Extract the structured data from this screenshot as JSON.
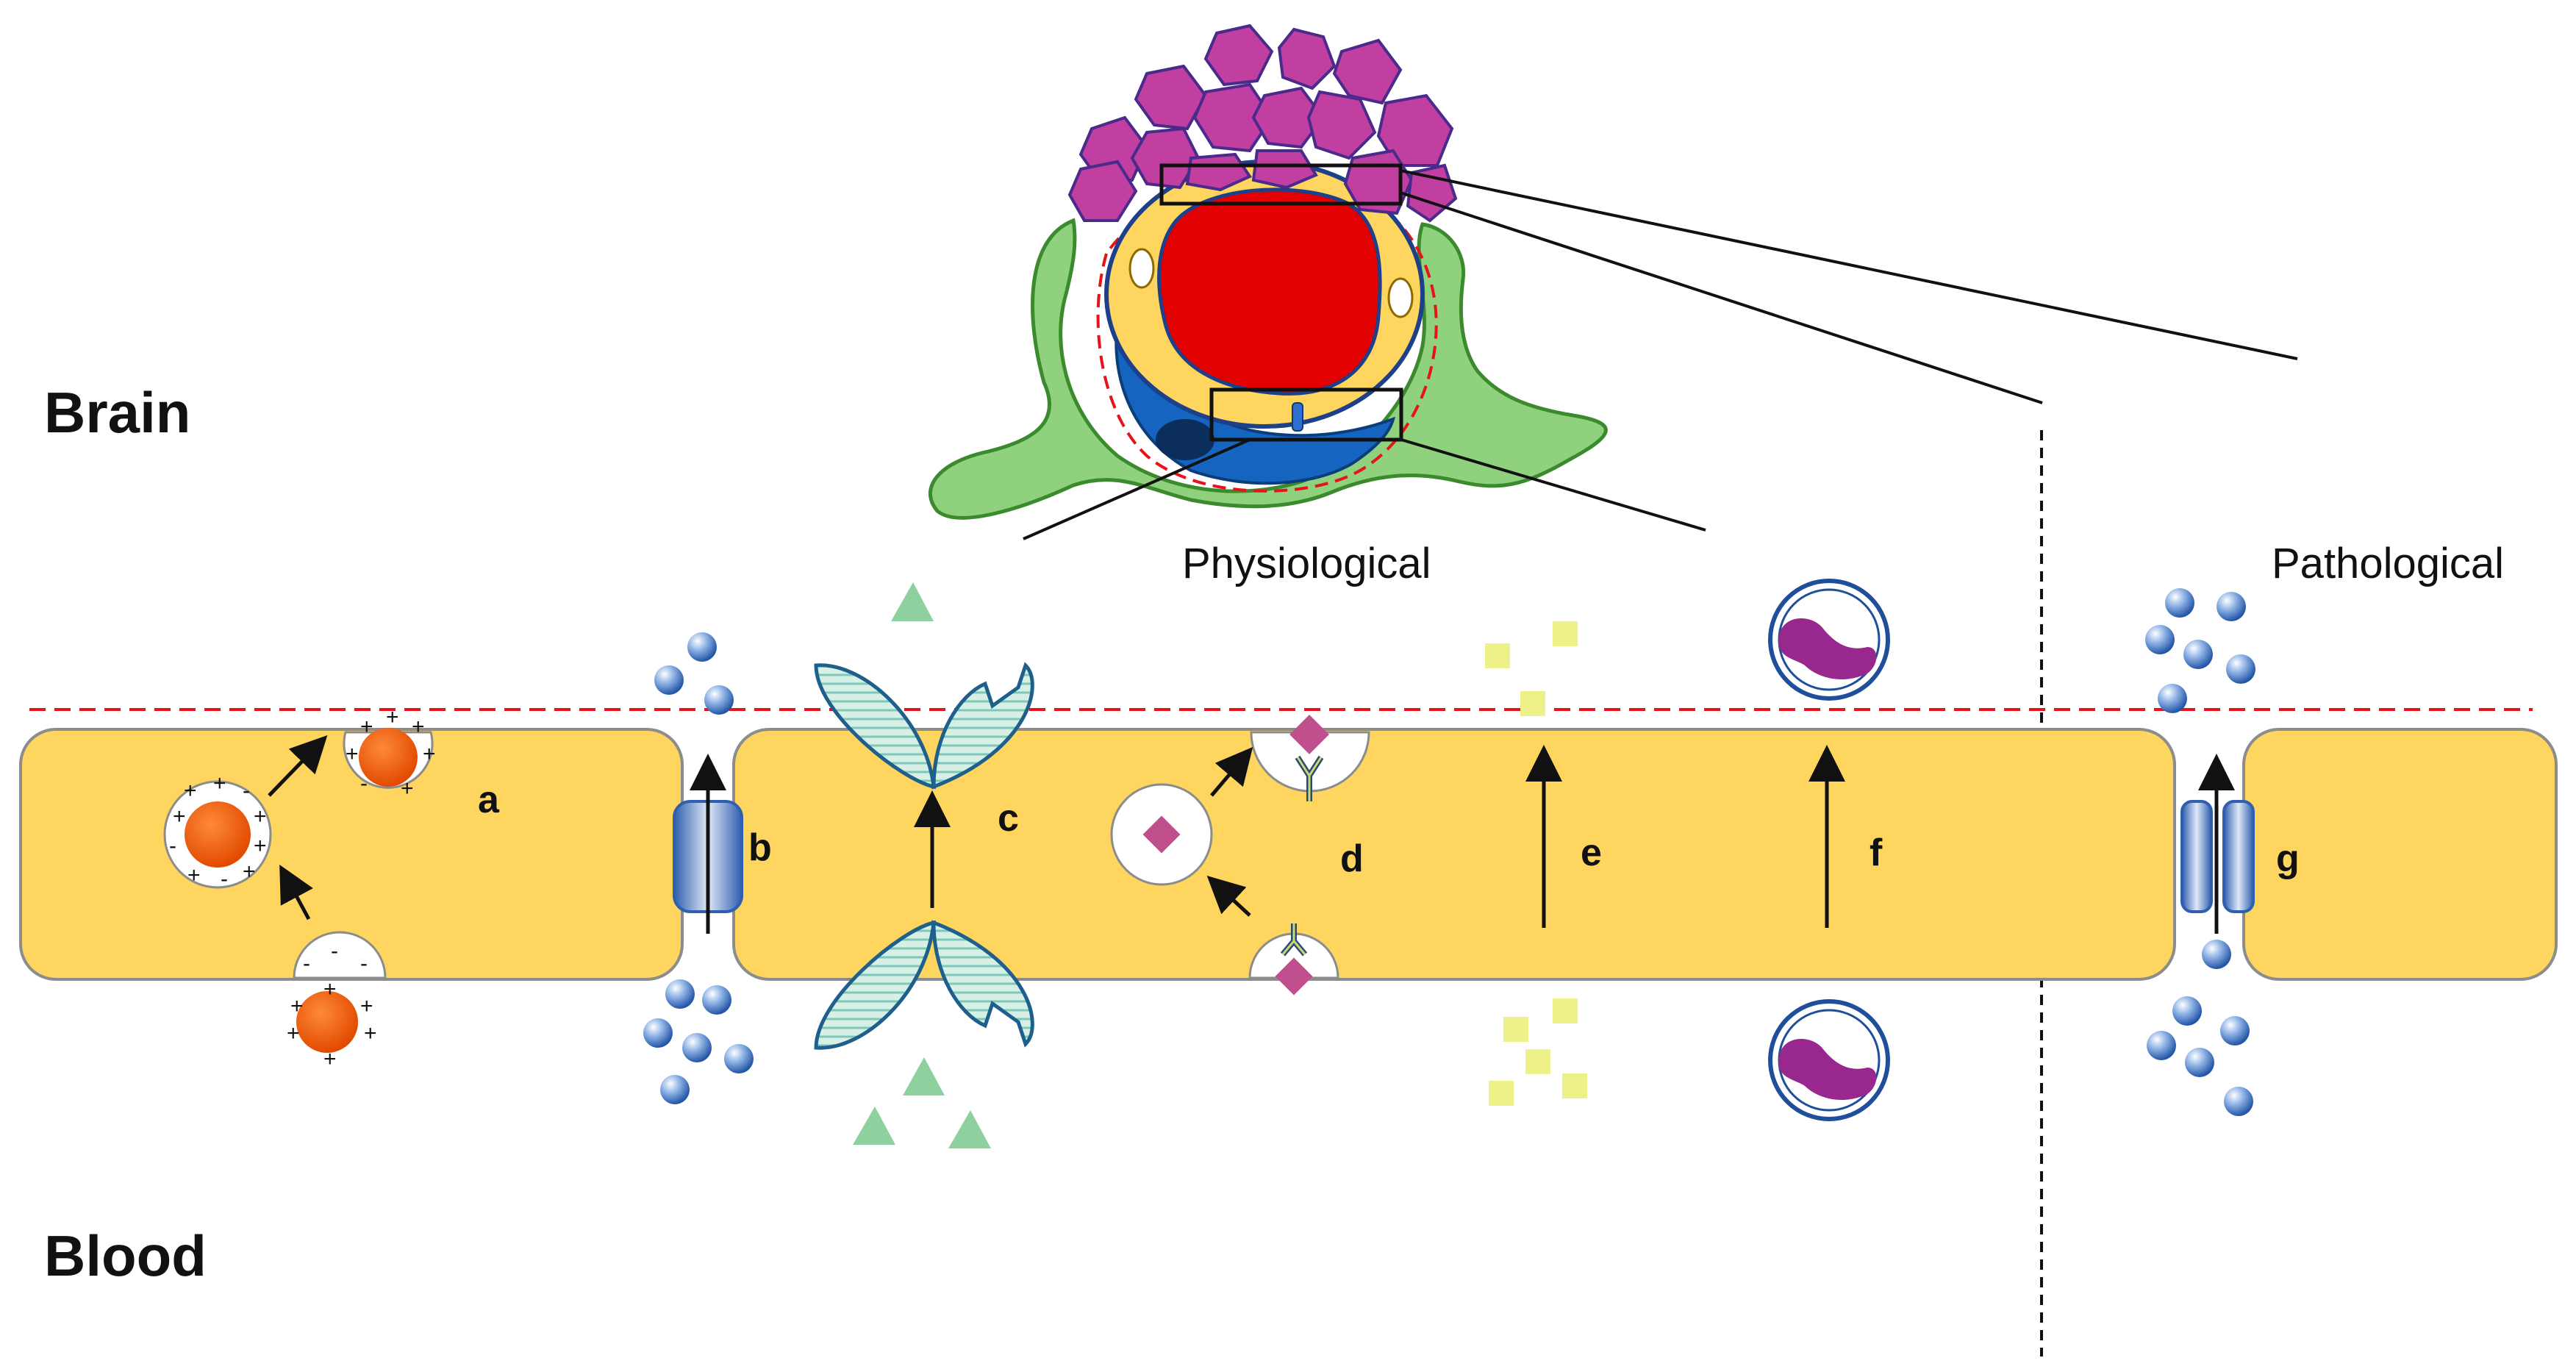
{
  "labels": {
    "brain": "Brain",
    "blood": "Blood",
    "physiological": "Physiological",
    "pathological": "Pathological"
  },
  "pathways": {
    "a": "a",
    "b": "b",
    "c": "c",
    "d": "d",
    "e": "e",
    "f": "f",
    "g": "g"
  },
  "colors": {
    "endothelial_cell": "#fdd55f",
    "cell_outline": "#8c8c8c",
    "boundary_dashed": "#e6131b",
    "vessel_lumen": "#e30000",
    "pericyte": "#1565c0",
    "astrocyte": "#8fd17d",
    "neuron": "#c13fa0",
    "nanoparticle": "#ff5a00",
    "small_sphere": "#4a7ec9",
    "triangle": "#8fd19e",
    "square": "#eef08a",
    "diamond": "#c04f8e",
    "leukocyte_nucleus": "#99288e"
  }
}
